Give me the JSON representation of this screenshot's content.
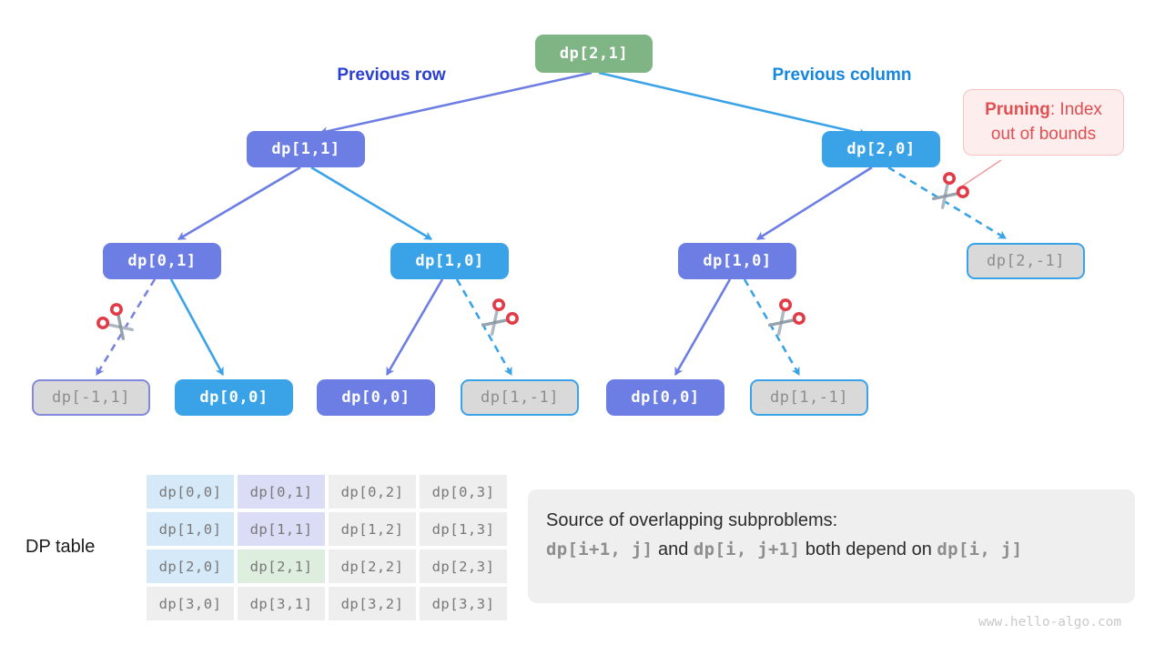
{
  "diagram": {
    "branch_labels": {
      "left": "Previous row",
      "right": "Previous column"
    },
    "callout": {
      "bold": "Pruning",
      "rest": ": Index out of bounds"
    },
    "nodes": {
      "root": "dp[2,1]",
      "l1": "dp[1,1]",
      "r1": "dp[2,0]",
      "ll": "dp[0,1]",
      "lr": "dp[1,0]",
      "rl": "dp[1,0]",
      "rr": "dp[2,-1]",
      "lll": "dp[-1,1]",
      "llr": "dp[0,0]",
      "lrl": "dp[0,0]",
      "lrr": "dp[1,-1]",
      "rll": "dp[0,0]",
      "rlr": "dp[1,-1]"
    }
  },
  "dp_table": {
    "label": "DP table",
    "rows": [
      [
        "dp[0,0]",
        "dp[0,1]",
        "dp[0,2]",
        "dp[0,3]"
      ],
      [
        "dp[1,0]",
        "dp[1,1]",
        "dp[1,2]",
        "dp[1,3]"
      ],
      [
        "dp[2,0]",
        "dp[2,1]",
        "dp[2,2]",
        "dp[2,3]"
      ],
      [
        "dp[3,0]",
        "dp[3,1]",
        "dp[3,2]",
        "dp[3,3]"
      ]
    ]
  },
  "note": {
    "line1": "Source of overlapping subproblems:",
    "code1": "dp[i+1, j]",
    "mid1": "  and ",
    "code2": "dp[i, j+1]",
    "mid2": " both depend on ",
    "code3": "dp[i, j]"
  },
  "watermark": "www.hello-algo.com",
  "colors": {
    "node_green": "#7fb585",
    "node_purple": "#6c7ee3",
    "node_blue": "#3aa3e8",
    "node_pruned_bg": "#d9d9d9",
    "label_prev_row": "#2b40d2",
    "label_prev_col": "#1787dd",
    "callout_text": "#e04f52",
    "callout_bg": "#fdeded",
    "table_blue": "#d5e9f8",
    "table_purple": "#dbddf6",
    "table_green": "#deeede",
    "table_gray": "#eeeeef",
    "note_bg": "#efefef"
  }
}
